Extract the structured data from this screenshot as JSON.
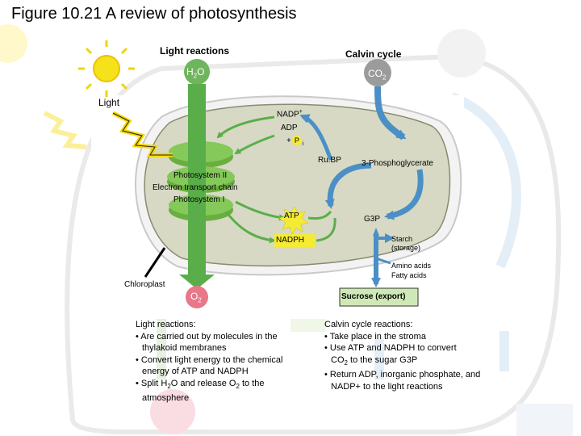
{
  "figure": {
    "title": "Figure 10.21 A review of photosynthesis"
  },
  "labels": {
    "light_reactions": "Light reactions",
    "calvin_cycle": "Calvin cycle",
    "h2o": [
      "H",
      "2",
      "O"
    ],
    "co2": [
      "CO",
      "2"
    ],
    "light": "Light",
    "nadp_plus": [
      "NADP",
      "+"
    ],
    "adp": "ADP",
    "pi": [
      "+",
      "P",
      "i"
    ],
    "rubp": "Ru.BP",
    "phosphoglycerate": "3-Phosphoglycerate",
    "photosystem_ii": "Photosystem II",
    "electron_transport_chain": "Electron transport chain",
    "photosystem_i": "Photosystem I",
    "atp": "ATP",
    "g3p": "G3P",
    "nadph": "NADPH",
    "starch": [
      "Starch",
      "(storage)"
    ],
    "amino_fatty": [
      "Amino acids",
      "Fatty acids"
    ],
    "chloroplast": "Chloroplast",
    "o2": [
      "O",
      "2"
    ],
    "sucrose": "Sucrose (export)"
  },
  "notes_light": {
    "heading": "Light reactions:",
    "bullet1": [
      "• Are carried out by molecules in the",
      "thylakoid membranes"
    ],
    "bullet2": [
      "• Convert light energy to the chemical",
      "energy of ATP and NADPH"
    ],
    "bullet3": [
      "• Split H",
      "2",
      "O and release O",
      "2",
      " to the",
      "atmosphere"
    ]
  },
  "notes_calvin": {
    "heading": "Calvin cycle reactions:",
    "bullet1": "• Take place in the stroma",
    "bullet2": [
      "• Use ATP and NADPH to convert",
      "CO",
      "2",
      " to the sugar G3P"
    ],
    "bullet3": [
      "• Return ADP, inorganic phosphate, and",
      "NADP+ to the light  reactions"
    ]
  },
  "colors": {
    "green_arrow": "#5aae4a",
    "blue_arrow": "#4b8fc6",
    "stroma": "#d7d9c4",
    "thylakoid": "#7cbf4f",
    "h2o_circle": "#6fb55d",
    "co2_circle": "#9b9b9b",
    "o2_circle": "#e87788",
    "atp_burst": "#f5eb32",
    "sucrose_box": "#cfe9b6"
  }
}
